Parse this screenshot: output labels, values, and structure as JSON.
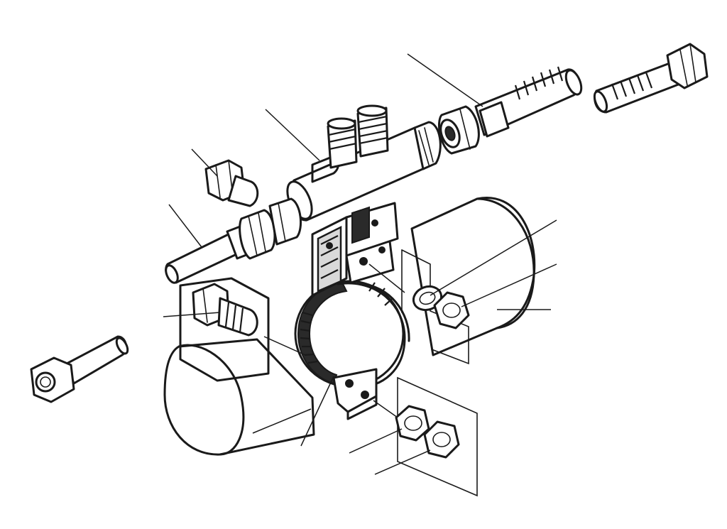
{
  "diagram": {
    "kind": "exploded-assembly-line-drawing",
    "labels": [],
    "colors": {
      "ink": "#1a1a1a",
      "paper": "#ffffff",
      "shade": "#d9d9d9"
    },
    "parts": [
      "pipe-right-large",
      "pipe-left-large",
      "pipe-clamp-band",
      "manifold-body",
      "manifold-nozzle-left",
      "manifold-nozzle-right",
      "long-bolt-right",
      "threaded-rod-right",
      "union-nut-right",
      "cap-nut-left",
      "tube-left",
      "union-nut-left",
      "stud-bolt-middle",
      "bolt-bottom-left",
      "spring-washer-upper",
      "hex-nut-upper",
      "spring-washer-lower",
      "hex-nut-lower",
      "gasket-plate-left",
      "gasket-plate-upper-right",
      "gasket-plate-lower-right"
    ]
  }
}
